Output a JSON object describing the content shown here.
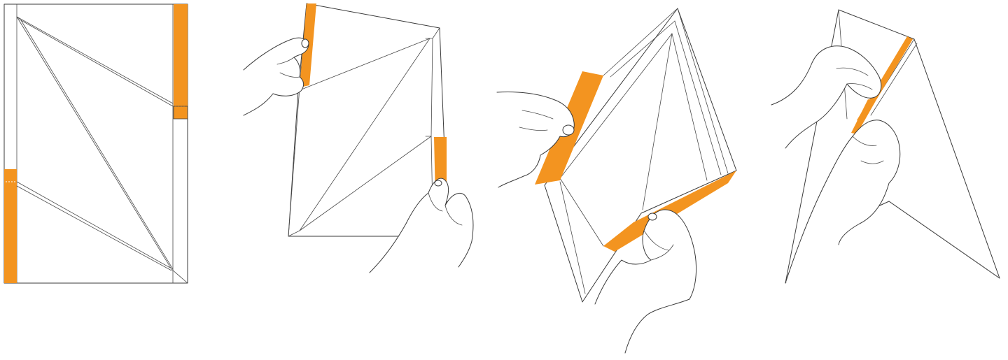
{
  "diagram": {
    "steps": [
      {
        "name": "flat-sheet",
        "description": ""
      },
      {
        "name": "fold-sides",
        "description": ""
      },
      {
        "name": "form-pyramid",
        "description": ""
      },
      {
        "name": "seal-edge",
        "description": ""
      }
    ]
  },
  "colors": {
    "accent": "#F39420",
    "stroke": "#3a3a3a",
    "background": "#ffffff"
  }
}
